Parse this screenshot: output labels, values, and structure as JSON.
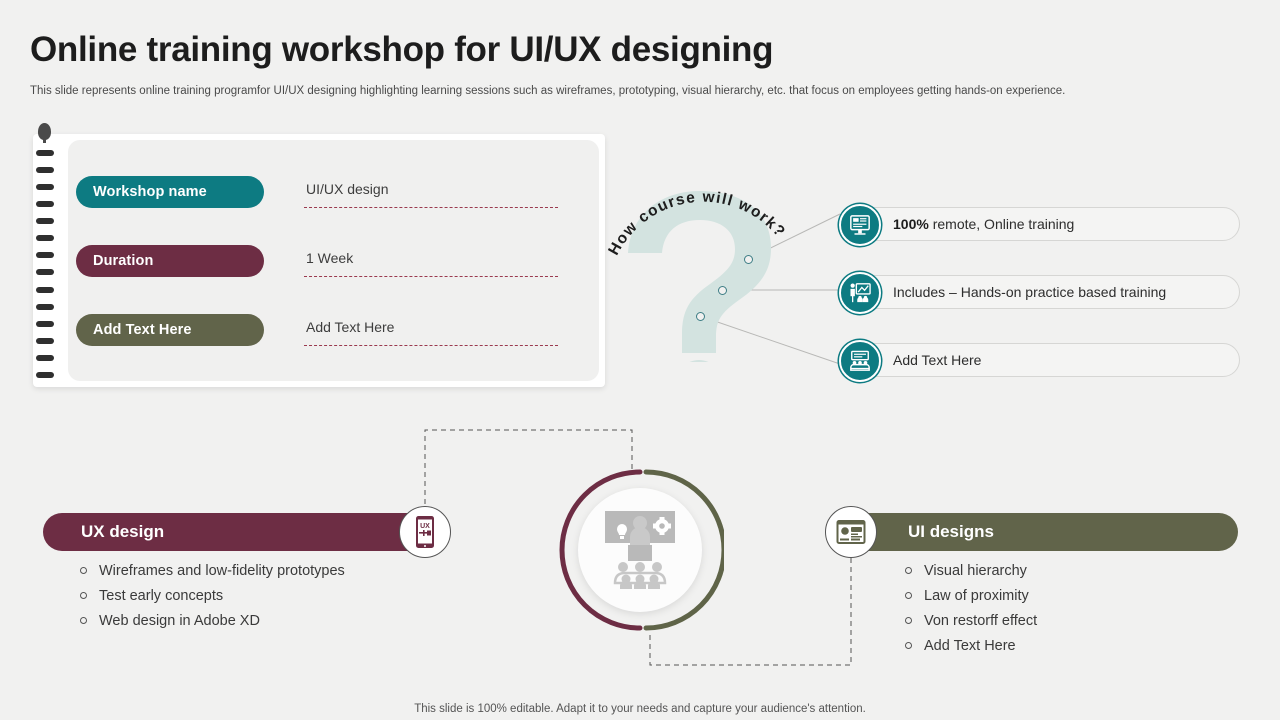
{
  "slide": {
    "title": "Online training workshop for UI/UX designing",
    "subtitle": "This slide represents online training programfor UI/UX  designing highlighting learning sessions such as wireframes, prototyping, visual hierarchy, etc. that focus on employees getting hands-on experience.",
    "footer": "This slide is 100% editable. Adapt it to your needs and capture your audience's attention."
  },
  "colors": {
    "background": "#f1f1f0",
    "teal": "#0d7b82",
    "maroon": "#6d2d44",
    "olive": "#61644a",
    "qmark": "#d3e3e0",
    "dashed_line": "#9a3a4f"
  },
  "notebook": {
    "rows": [
      {
        "label": "Workshop name",
        "value": "UI/UX  design",
        "color": "#0d7b82"
      },
      {
        "label": "Duration",
        "value": "1 Week",
        "color": "#6d2d44"
      },
      {
        "label": "Add Text Here",
        "value": "Add Text Here",
        "color": "#61644a"
      }
    ]
  },
  "question_section": {
    "curved_label": "How course will work?",
    "curved_label_chars": [
      "H",
      "o",
      "w",
      " ",
      "c",
      "o",
      "u",
      "r",
      "s",
      "e",
      " ",
      "w",
      "i",
      "l",
      "l",
      " ",
      "w",
      "o",
      "r",
      "k",
      "?"
    ],
    "items": [
      {
        "icon": "online-training-icon",
        "prefix": "100%",
        "text": " remote, Online training"
      },
      {
        "icon": "presentation-training-icon",
        "prefix": "",
        "text": "Includes  – Hands-on practice based training"
      },
      {
        "icon": "classroom-icon",
        "prefix": "",
        "text": "Add Text Here"
      }
    ]
  },
  "bottom": {
    "left": {
      "title": "UX design",
      "color": "#6d2d44",
      "badge_icon": "ux-mobile-icon",
      "badge_label": "UX",
      "items": [
        "Wireframes and low-fidelity prototypes",
        "Test early concepts",
        "Web design in Adobe XD"
      ]
    },
    "right": {
      "title": "UI designs",
      "color": "#61644a",
      "badge_icon": "ui-layout-icon",
      "items": [
        "Visual hierarchy",
        "Law of proximity",
        "Von restorff effect",
        "Add Text Here"
      ]
    },
    "center_icon": "training-presentation-icon"
  }
}
